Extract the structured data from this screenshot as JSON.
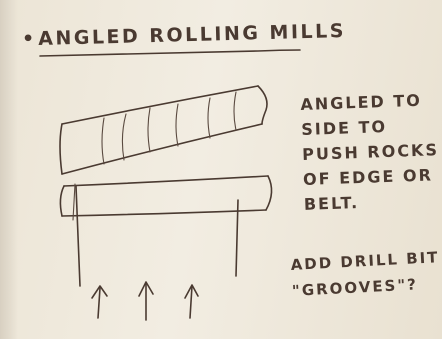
{
  "sketch": {
    "bullet": "•",
    "title": "ANGLED ROLLING MILLS",
    "side_note": [
      "ANGLED TO",
      "SIDE TO",
      "PUSH ROCKS",
      "OF EDGE OR",
      "BELT."
    ],
    "question": [
      "ADD DRILL BIT",
      "\"GROOVES\"?"
    ]
  }
}
